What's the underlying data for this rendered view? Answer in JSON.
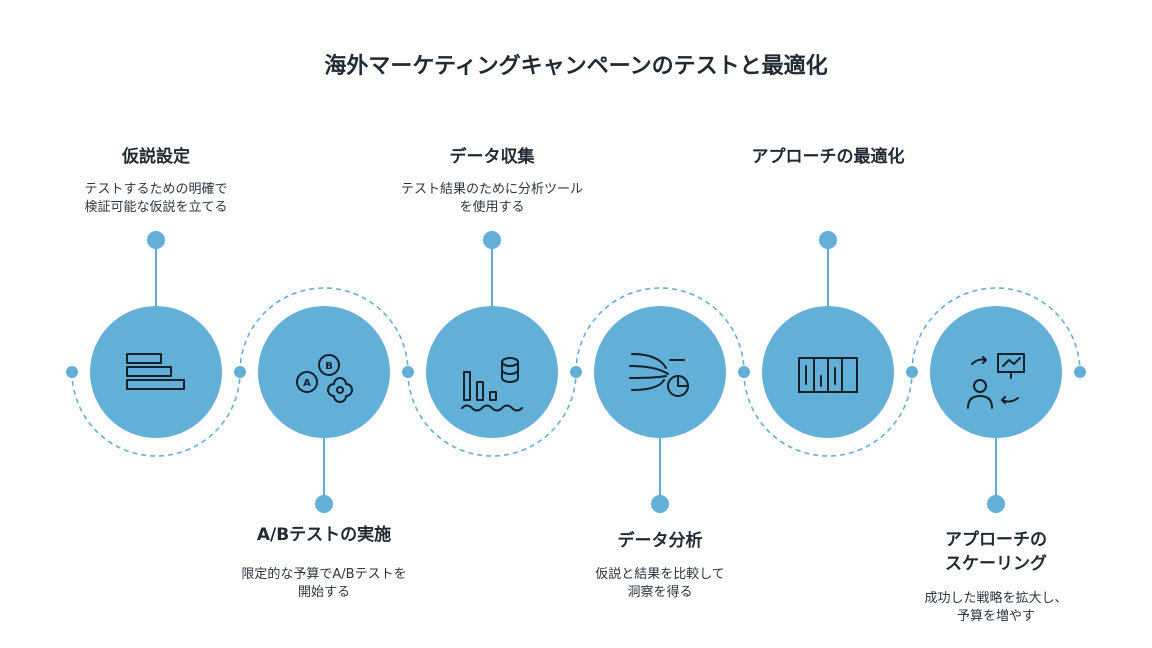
{
  "title": "海外マーケティングキャンペーンのテストと最適化",
  "steps": [
    {
      "title": [
        "仮説設定"
      ],
      "desc": [
        "テストするための明確で",
        "検証可能な仮説を立てる"
      ],
      "icon": "horizontal-bars-icon"
    },
    {
      "title": [
        "A/Bテストの実施"
      ],
      "desc": [
        "限定的な予算でA/Bテストを",
        "開始する"
      ],
      "icon": "ab-test-gamepad-icon"
    },
    {
      "title": [
        "データ収集"
      ],
      "desc": [
        "テスト結果のために分析ツール",
        "を使用する"
      ],
      "icon": "data-collection-icon"
    },
    {
      "title": [
        "データ分析"
      ],
      "desc": [
        "仮説と結果を比較して",
        "洞察を得る"
      ],
      "icon": "data-analysis-icon"
    },
    {
      "title": [
        "アプローチの最適化"
      ],
      "desc": [],
      "icon": "optimization-columns-icon"
    },
    {
      "title": [
        "アプローチの",
        "スケーリング"
      ],
      "desc": [
        "成功した戦略を拡大し、",
        "予算を増やす"
      ],
      "icon": "scaling-presentation-icon"
    }
  ],
  "icon_labels": {
    "a": "A",
    "b": "B"
  },
  "colors": {
    "accent": "#62afd7",
    "text": "#1f2a33",
    "icon": "#14202a"
  }
}
